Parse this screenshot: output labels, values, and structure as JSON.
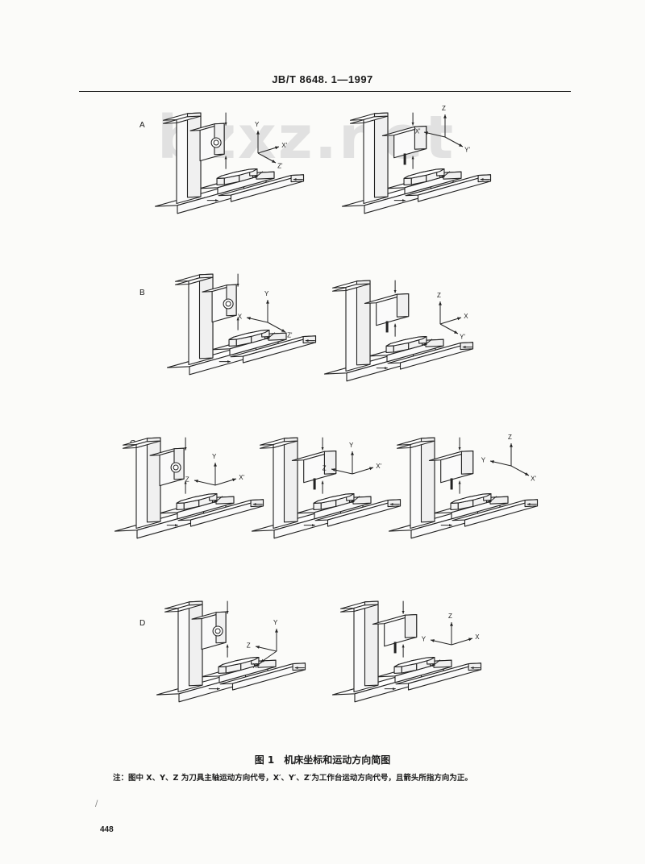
{
  "header": {
    "standard_number": "JB/T 8648. 1—1997"
  },
  "watermark": {
    "text": "bzxz.net"
  },
  "rows": [
    {
      "label": "A",
      "diagrams": [
        {
          "machine": "spindle-round",
          "axes": [
            "Y",
            "X'",
            "Z'"
          ]
        },
        {
          "machine": "spindle-box",
          "axes": [
            "Z",
            "X'",
            "Y'"
          ]
        }
      ]
    },
    {
      "label": "B",
      "diagrams": [
        {
          "machine": "spindle-round",
          "axes": [
            "Y",
            "X",
            "Z'"
          ]
        },
        {
          "machine": "spindle-box",
          "axes": [
            "Z",
            "X",
            "Y'"
          ]
        }
      ]
    },
    {
      "label": "C",
      "diagrams": [
        {
          "machine": "spindle-round",
          "axes": [
            "Z",
            "Y",
            "X'"
          ]
        },
        {
          "machine": "spindle-box",
          "axes": [
            "Z",
            "Y",
            "X'"
          ]
        },
        {
          "machine": "spindle-box",
          "axes": [
            "Y",
            "X'",
            "Z"
          ]
        }
      ]
    },
    {
      "label": "D",
      "diagrams": [
        {
          "machine": "spindle-round",
          "axes": [
            "Z",
            "Y",
            "X"
          ]
        },
        {
          "machine": "spindle-box",
          "axes": [
            "Y",
            "Z",
            "X"
          ]
        }
      ]
    }
  ],
  "figure": {
    "caption": "图 1　机床坐标和运动方向简图",
    "note": "注：图中 X、Y、Z 为刀具主轴运动方向代号，X′、Y′、Z′为工作台运动方向代号，且箭头所指方向为正。"
  },
  "page_number": "448",
  "scan_mark": "/"
}
